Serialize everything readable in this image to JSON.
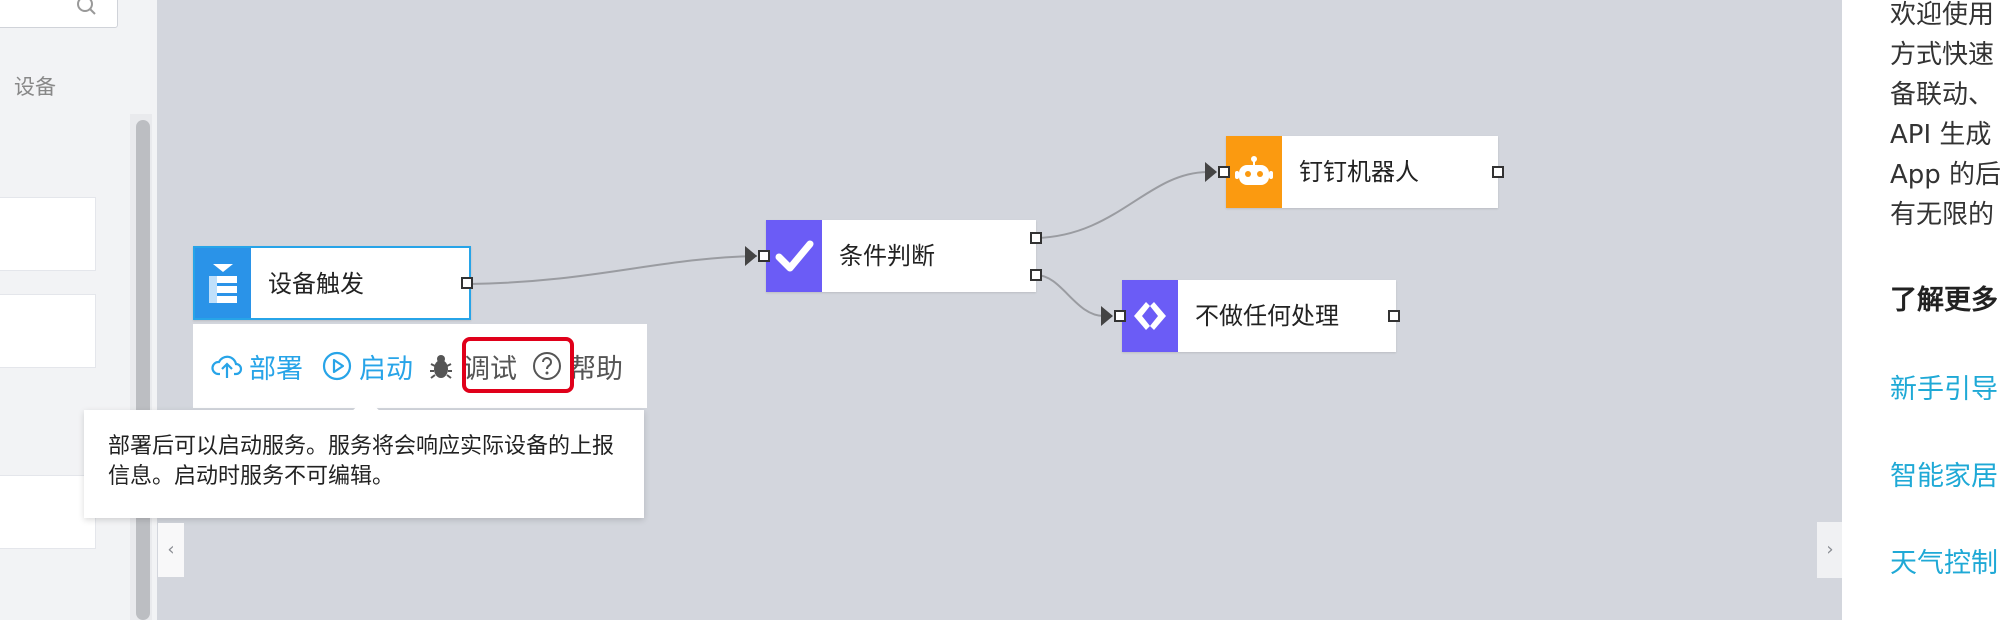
{
  "sidebar": {
    "device_tab": "设备"
  },
  "nodes": {
    "trigger": "设备触发",
    "condition": "条件判断",
    "dingtalk": "钉钉机器人",
    "noop": "不做任何处理"
  },
  "toolbar": {
    "deploy": "部署",
    "start": "启动",
    "debug": "调试",
    "help": "帮助"
  },
  "tooltip": {
    "text": "部署后可以启动服务。服务将会响应实际设备的上报信息。启动时服务不可编辑。"
  },
  "right_panel": {
    "intro_lines": [
      "欢迎使用",
      "方式快速",
      "备联动、",
      "API 生成",
      "App 的后",
      "有无限的"
    ],
    "learn_more": "了解更多",
    "links": [
      "新手引导",
      "智能家居",
      "天气控制"
    ]
  },
  "colors": {
    "canvas_bg": "#d3d6dd",
    "accent_blue": "#27a4e8",
    "trigger_icon_bg": "#2a93e8",
    "condition_icon_bg": "#6b5cf6",
    "dingtalk_icon_bg": "#fb9a10",
    "highlight_red": "#e0001a",
    "link_color": "#1fa9d6"
  }
}
